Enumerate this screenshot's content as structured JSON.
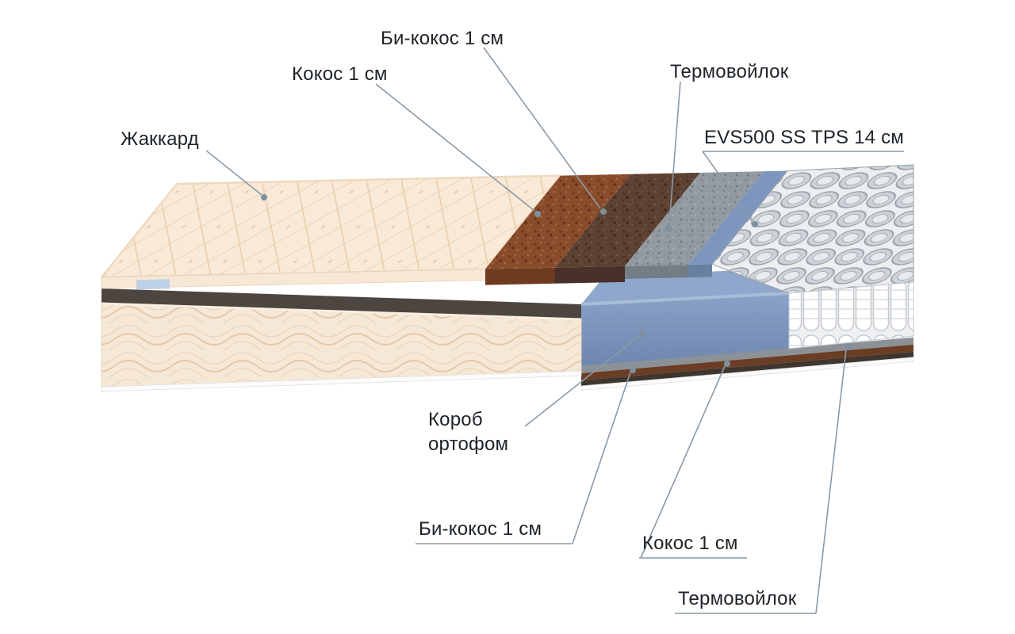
{
  "diagram": {
    "type": "mattress-layer-diagram",
    "callouts": {
      "jacquard": "Жаккард",
      "coconut_top": "Кокос 1 см",
      "bi_coconut_top": "Би-кокос 1 см",
      "thermofelt_top": "Термовойлок",
      "spring_block": "EVS500 SS TPS 14 см",
      "box_line1": "Короб",
      "box_line2": "ортофом",
      "bi_coconut_bottom": "Би-кокос 1 см",
      "coconut_bottom": "Кокос 1 см",
      "thermofelt_bottom": "Термовойлок"
    },
    "layer_order_top": [
      "Жаккард",
      "Кокос 1 см",
      "Би-кокос 1 см",
      "Термовойлок",
      "EVS500 SS TPS 14 см"
    ],
    "layer_order_bottom": [
      "Короб ортофом",
      "Би-кокос 1 см",
      "Кокос 1 см",
      "Термовойлок"
    ],
    "colors": {
      "quilt": "#f9ead8",
      "coconut": "#8a4c2b",
      "bi_coconut": "#5d4233",
      "thermofelt": "#939aa1",
      "foam_box": "#7e96bd",
      "spring_white": "#ffffff",
      "leader_line": "#8b9aa6",
      "text": "#1d2329"
    }
  }
}
